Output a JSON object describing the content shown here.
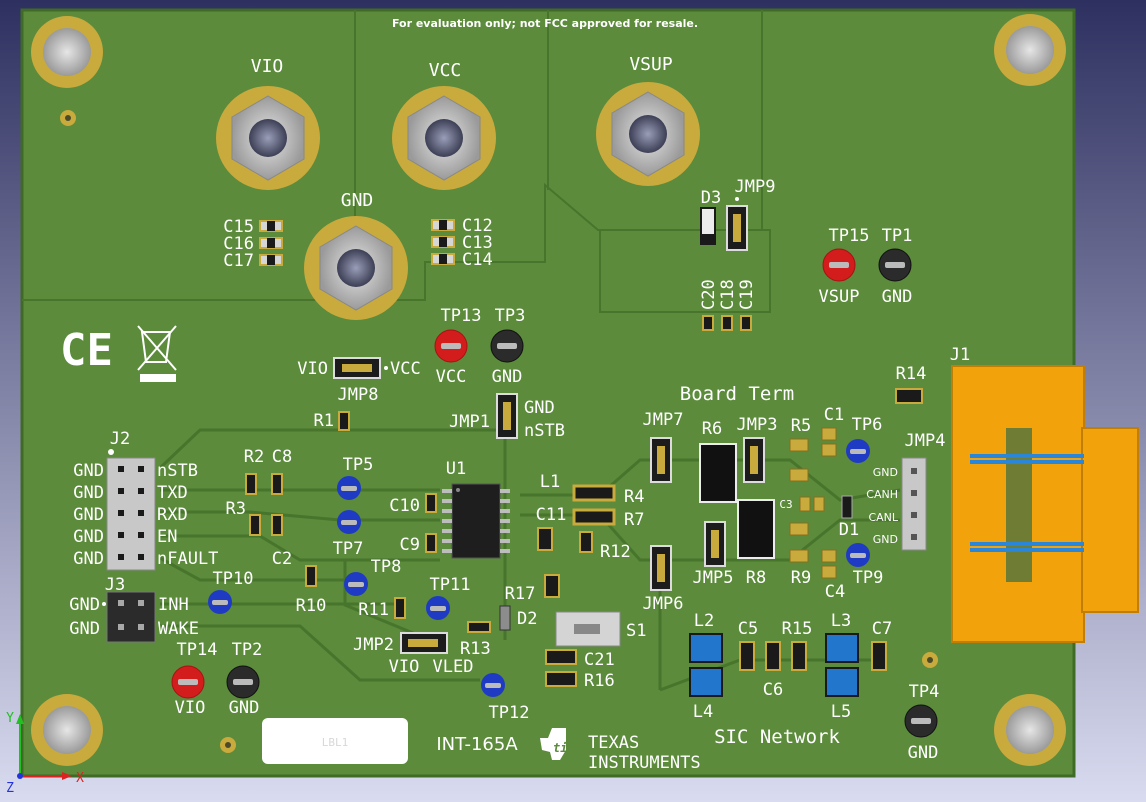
{
  "board": {
    "header_note": "For evaluation only; not FCC approved for resale.",
    "board_name": "INT-165A",
    "label_box": "LBL1",
    "vendor_line1": "TEXAS",
    "vendor_line2": "INSTRUMENTS",
    "section_board_term": "Board Term",
    "section_sic": "SIC Network"
  },
  "terminals": {
    "vio": "VIO",
    "vcc": "VCC",
    "vsup": "VSUP",
    "gnd": "GND"
  },
  "caps_top": {
    "c15": "C15",
    "c16": "C16",
    "c17": "C17",
    "c12": "C12",
    "c13": "C13",
    "c14": "C14",
    "c20": "C20",
    "c18": "C18",
    "c19": "C19"
  },
  "jumpers": {
    "jmp1": "JMP1",
    "jmp1_gnd": "GND",
    "jmp1_nstb": "nSTB",
    "jmp2": "JMP2",
    "jmp2_vio": "VIO",
    "jmp2_vled": "VLED",
    "jmp3": "JMP3",
    "jmp4": "JMP4",
    "jmp5": "JMP5",
    "jmp6": "JMP6",
    "jmp7": "JMP7",
    "jmp8": "JMP8",
    "jmp8_vio": "VIO",
    "jmp8_vcc": "VCC",
    "jmp9": "JMP9"
  },
  "testpoints": {
    "tp1": "TP1",
    "tp1_lbl": "GND",
    "tp15": "TP15",
    "tp15_lbl": "VSUP",
    "tp13": "TP13",
    "tp13_lbl": "VCC",
    "tp3": "TP3",
    "tp3_lbl": "GND",
    "tp5": "TP5",
    "tp7": "TP7",
    "tp8": "TP8",
    "tp10": "TP10",
    "tp11": "TP11",
    "tp12": "TP12",
    "tp14": "TP14",
    "tp14_lbl": "VIO",
    "tp2": "TP2",
    "tp2_lbl": "GND",
    "tp6": "TP6",
    "tp9": "TP9",
    "tp4": "TP4",
    "tp4_lbl": "GND"
  },
  "headers": {
    "j2": "J2",
    "j2_left": [
      "GND",
      "GND",
      "GND",
      "GND",
      "GND"
    ],
    "j2_right": [
      "nSTB",
      "TXD",
      "RXD",
      "EN",
      "nFAULT"
    ],
    "j3": "J3",
    "j3_left": [
      "GND",
      "GND"
    ],
    "j3_right": [
      "INH",
      "WAKE"
    ],
    "j1": "J1",
    "jmp4_pins": [
      "GND",
      "CANH",
      "CANL",
      "GND"
    ]
  },
  "parts": {
    "r1": "R1",
    "r2": "R2",
    "c8": "C8",
    "r3": "R3",
    "c2": "C2",
    "r10": "R10",
    "r11": "R11",
    "u1": "U1",
    "c10": "C10",
    "c9": "C9",
    "c11": "C11",
    "l1": "L1",
    "r4": "R4",
    "r7": "R7",
    "r12": "R12",
    "r17": "R17",
    "d2": "D2",
    "r13": "R13",
    "s1": "S1",
    "c21": "C21",
    "r16": "R16",
    "r6": "R6",
    "r5": "R5",
    "c1": "C1",
    "c3": "C3",
    "d1": "D1",
    "r8": "R8",
    "r9": "R9",
    "c4": "C4",
    "r14": "R14",
    "d3": "D3",
    "l2": "L2",
    "c5": "C5",
    "r15": "R15",
    "l3": "L3",
    "c7": "C7",
    "c6": "C6",
    "l4": "L4",
    "l5": "L5"
  },
  "axes": {
    "y": "Y",
    "z": "Z",
    "x": "X"
  },
  "colors": {
    "pcb": "#5a8a3a",
    "copper_trace": "#4f7f33",
    "gold": "#c8a83c",
    "connector": "#f2a20a",
    "tp_red": "#d21c1c",
    "tp_black": "#2b2b2b",
    "tp_blue": "#1f3bc4",
    "inductor_blue": "#2277cc"
  }
}
